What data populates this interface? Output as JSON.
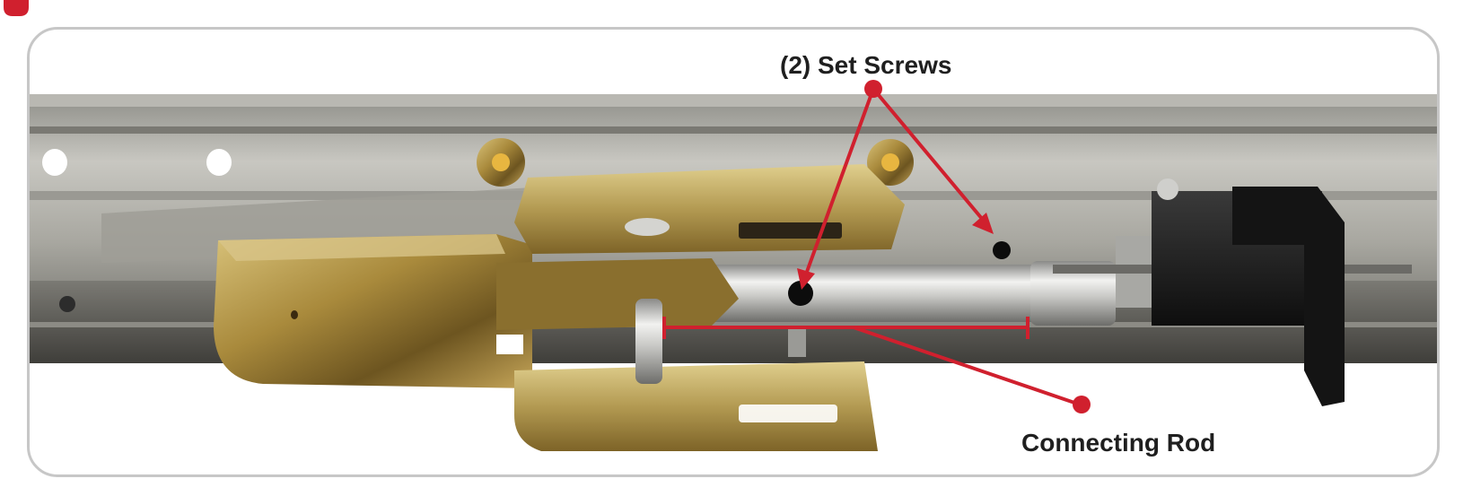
{
  "labels": {
    "set_screws": "(2) Set Screws",
    "connecting_rod": "Connecting Rod"
  },
  "colors": {
    "callout": "#d0202e",
    "label_text": "#1f1f1f",
    "frame_border": "#c7c7c7",
    "step_badge": "#d0202e"
  },
  "icons": {
    "step_badge": "step-number-badge",
    "callout_dot": "callout-dot"
  }
}
